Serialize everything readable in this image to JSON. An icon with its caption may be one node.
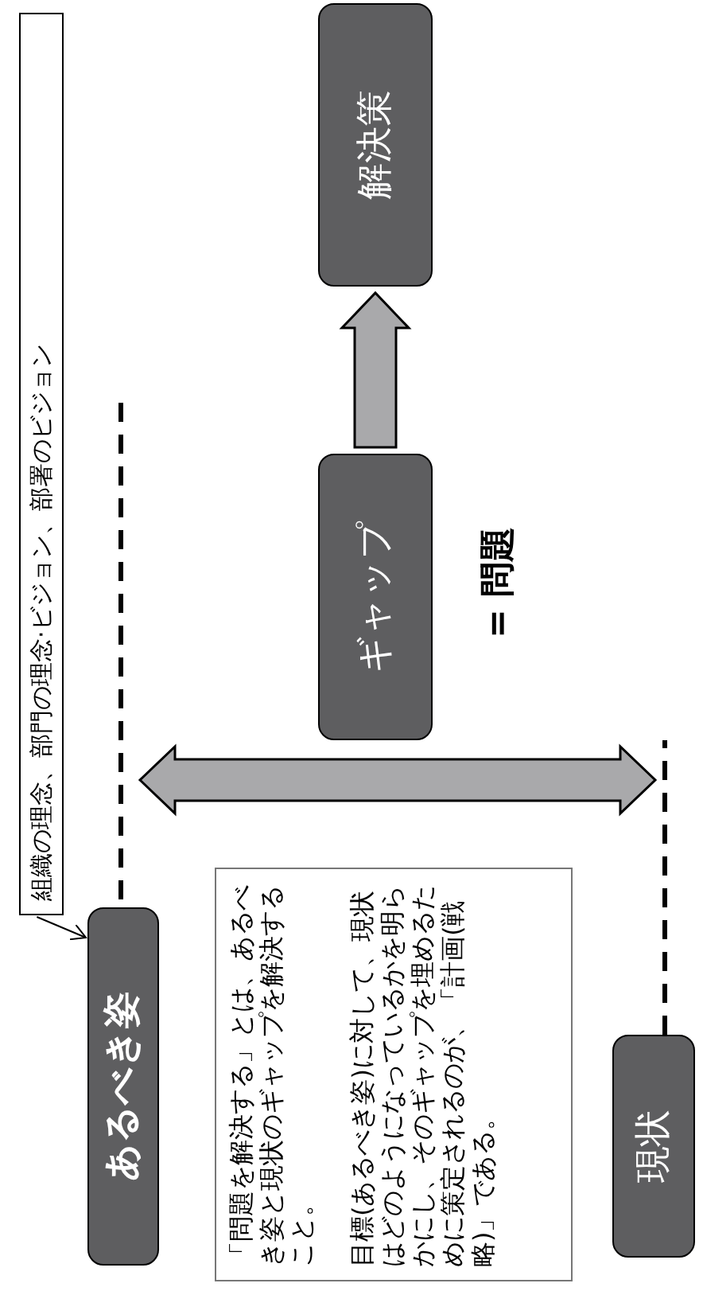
{
  "diagram": {
    "nodes": [
      {
        "text": [
          "組織の理念、部門の理念·ビジョン、部署のビジョン"
        ]
      },
      {
        "text": [
          "あるべき姿"
        ]
      },
      {
        "text": [
          "「問題を解決する」とは、あるべき姿と現状のギャップを解決すること。",
          "目標(あるべき姿)に対して、現状はどのようになっているかを明らかにし、そのギャップを埋めるために策定されるのが、「計画(戦略)」である。"
        ]
      },
      {
        "text": [
          "ギャップ"
        ],
        "beside": [
          "= 問題"
        ]
      },
      {
        "text": [
          "解決策"
        ]
      },
      {
        "text": [
          "現状"
        ]
      }
    ],
    "edges": [
      {
        "from": 0,
        "to": 1,
        "arrow": "to"
      },
      {
        "from": 3,
        "to": 4,
        "arrow": "to",
        "style": "thick"
      }
    ]
  }
}
